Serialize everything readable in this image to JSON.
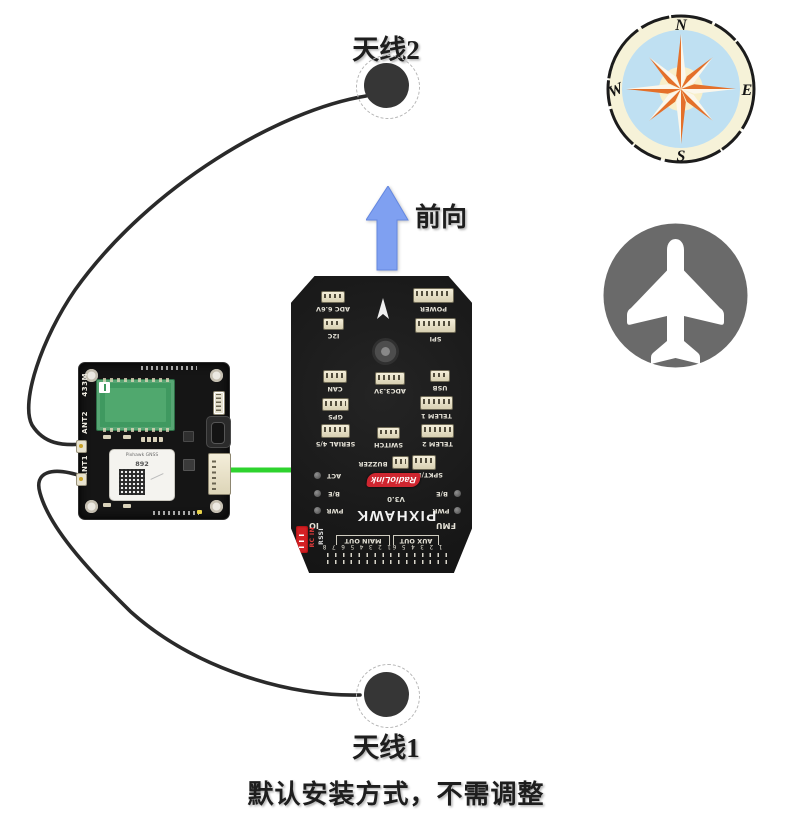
{
  "diagram": {
    "antenna2_label": "天线2",
    "antenna1_label": "天线1",
    "forward_label": "前向",
    "caption": "默认安装方式，不需调整"
  },
  "compass": {
    "n": "N",
    "e": "E",
    "s": "S",
    "w": "W"
  },
  "module": {
    "freq_label": "433M",
    "ant2_label": "ANT2",
    "ant1_label": "ANT1",
    "gnss_title": "Pixhawk GNSS",
    "gnss_model": "892"
  },
  "pixhawk": {
    "name": "PIXHAWK",
    "brand": "RadioLink",
    "version": "V3.0",
    "conn": {
      "adc66": "ADC 6.6V",
      "power": "POWER",
      "i2c": "I2C",
      "spi": "SPI",
      "can": "CAN",
      "adc33": "ADC3.3V",
      "usb": "USB",
      "gps": "GPS",
      "telem1": "TELEM 1",
      "serial45": "SERIAL 4/5",
      "switch": "SWITCH",
      "telem2": "TELEM 2",
      "buzzer": "BUZZER",
      "spktdsm": "SPKT/DSM"
    },
    "led": {
      "act": "ACT",
      "be": "B/E",
      "pwr": "PWR",
      "io": "IO",
      "fmu": "FMU"
    },
    "ports": {
      "rcin": "RC IN",
      "rssi": "RSSI",
      "main_out": "MAIN OUT",
      "main_pins": "1 2 3 4 5 6 7 8",
      "aux_out": "AUX OUT",
      "aux_pins": "1 2 3 4 5 6"
    }
  },
  "colors": {
    "wire_green": "#2ed32e",
    "arrow_blue": "#7fa0f1",
    "plane_gray": "#6a6a6a",
    "compass_ring": "#f6f2d8",
    "compass_face": "#bfe0f2",
    "compass_star": "#e4702a",
    "board_black": "#1b1b1b",
    "connector_beige": "#e3dcc2",
    "logo_red": "#cf2630"
  }
}
